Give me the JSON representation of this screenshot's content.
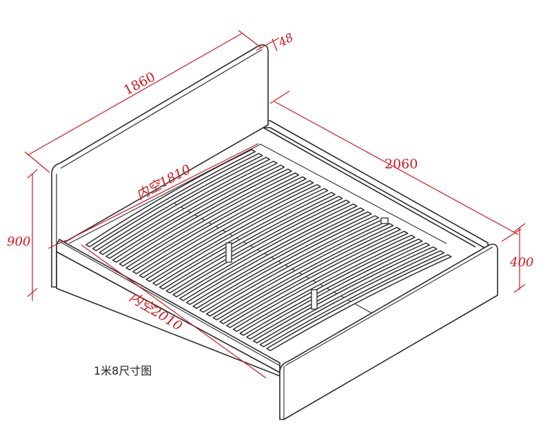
{
  "diagram": {
    "caption": "1米8尺寸图",
    "dimensions": {
      "headboard_width": "1860",
      "headboard_thickness": "48",
      "overall_length": "2060",
      "headboard_height": "900",
      "footboard_height": "400",
      "inner_width": "内空1810",
      "inner_length": "内空2010"
    },
    "slat_count": 28,
    "colors": {
      "dimension": "#d0161b",
      "outline": "#2a2a2a",
      "slat_fill": "#ffffff",
      "caption": "#222222"
    }
  }
}
